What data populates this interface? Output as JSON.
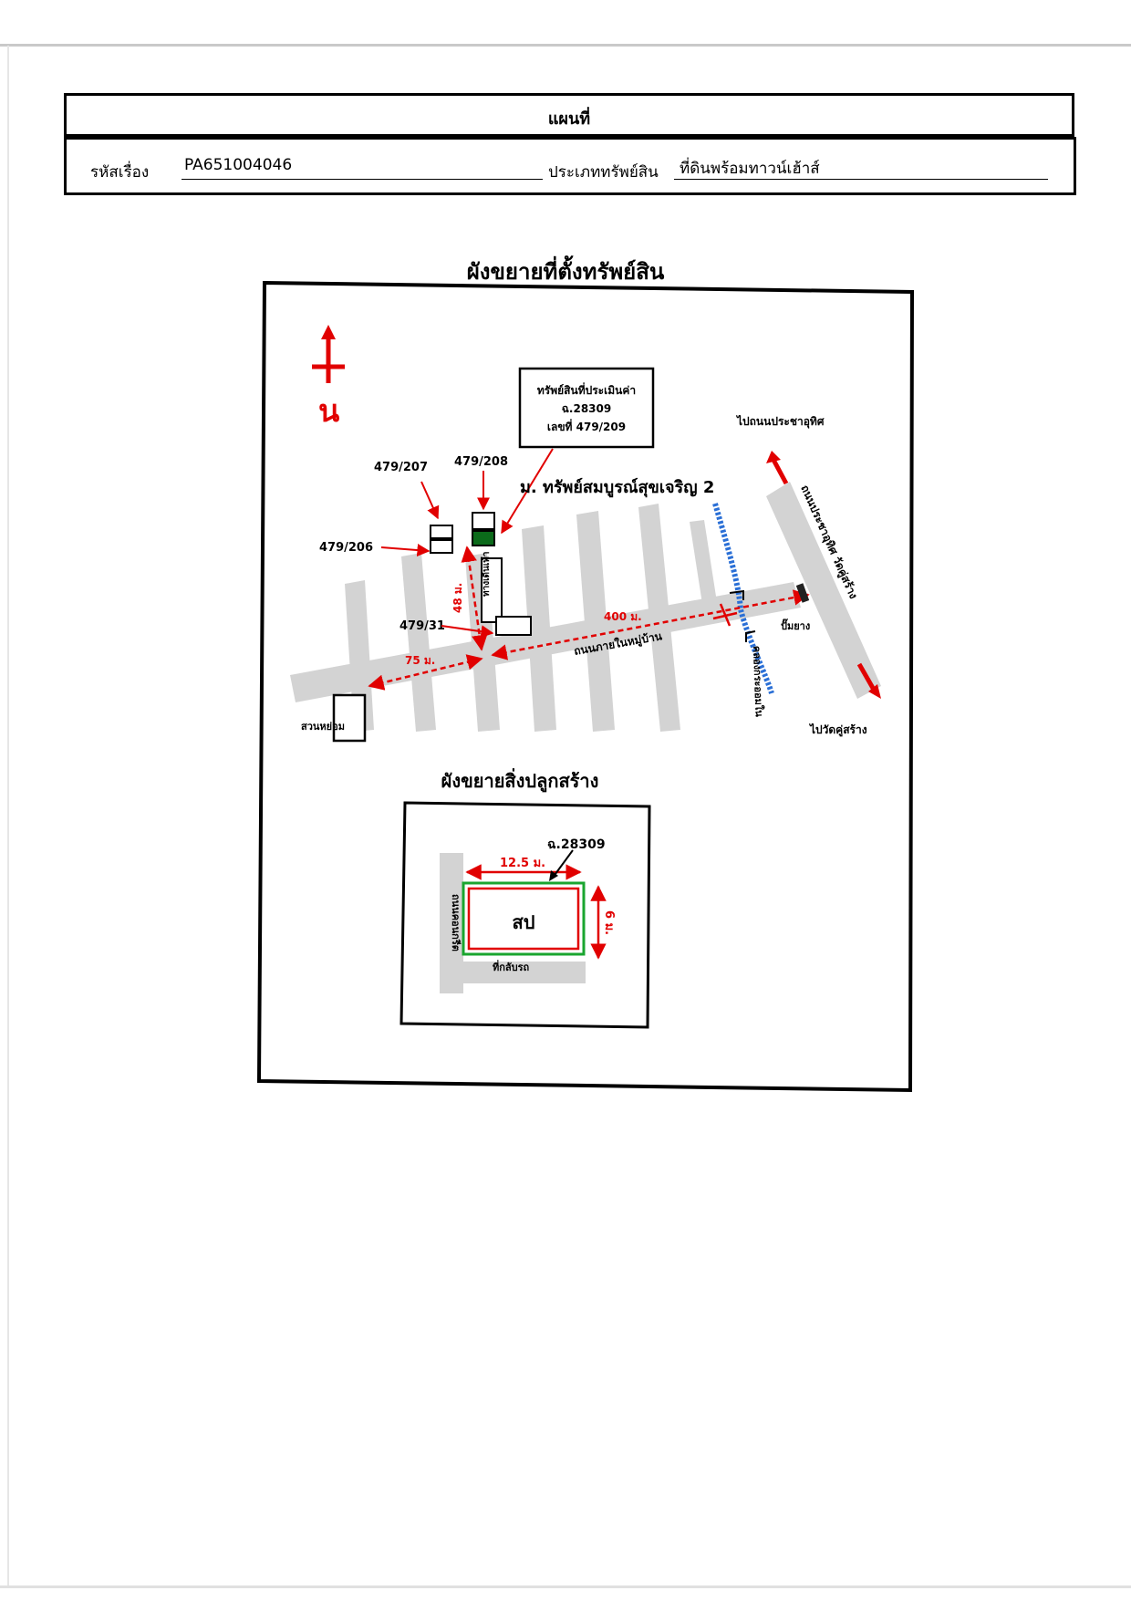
{
  "header": {
    "title": "แผนที่",
    "case_label": "รหัสเรื่อง",
    "case_value": "PA651004046",
    "type_label": "ประเภททรัพย์สิน",
    "type_value": "ที่ดินพร้อมทาวน์เฮ้าส์"
  },
  "location_map": {
    "title": "ผังขยายที่ตั้งทรัพย์สิน",
    "north_label": "น",
    "property_box": [
      "ทรัพย์สินที่ประเมินค่า",
      "ฉ.28309",
      "เลขที่ 479/209"
    ],
    "village_name": "ม. ทรัพย์สมบูรณ์สุขเจริญ 2",
    "house_labels": [
      "479/207",
      "479/208",
      "479/206",
      "479/31"
    ],
    "sub_road": "ทางเดินเท้า",
    "distances": [
      "48 ม.",
      "400 ม.",
      "75 ม."
    ],
    "main_road_inner": "ถนนภายในหมู่บ้าน",
    "highway": "ถนนประชาอุทิศ วัดคู่สร้าง",
    "to_north": "ไปถนนประชาอุทิศ",
    "to_south": "ไปวัดคู่สร้าง",
    "canal": "คลองกระออมใน",
    "gas_station": "ปั๊มยาง",
    "park": "สวนหย่อม"
  },
  "building_map": {
    "title": "ผังขยายสิ่งปลูกสร้าง",
    "deed": "ฉ.28309",
    "width_label": "12.5 ม.",
    "depth_label": "6 ม.",
    "building_code": "สป",
    "left_road": "ถนนคอนกรีต",
    "bottom_road": "ที่กลับรถ"
  },
  "colors": {
    "road": "#d3d3d3",
    "arrow": "#e10000",
    "canal": "#2a6fd6",
    "property_fill": "#0b6a1a",
    "plot_border": "#1aa52f"
  }
}
